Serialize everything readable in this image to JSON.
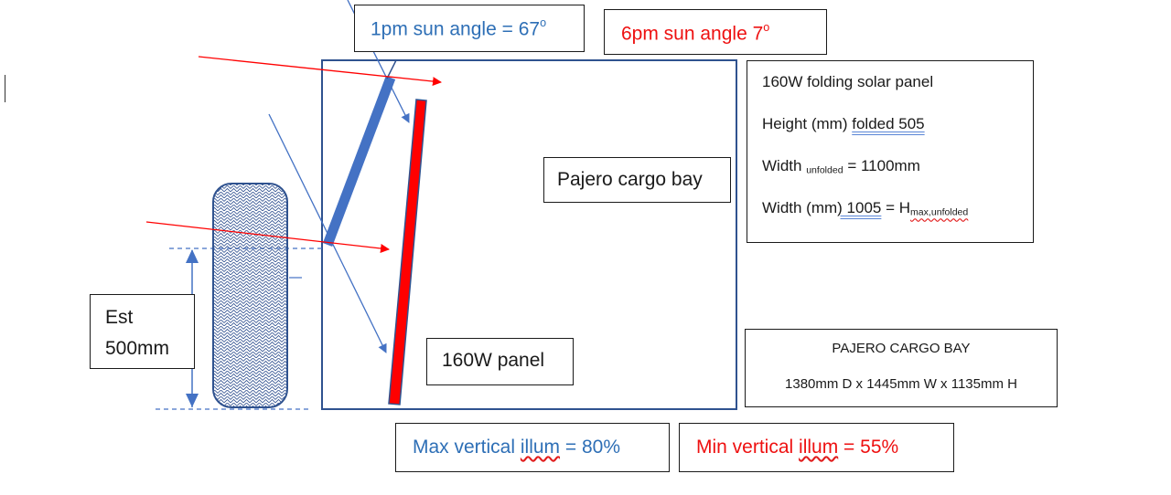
{
  "labels": {
    "sun_1pm": {
      "text": "1pm sun angle = 67",
      "sup": "o"
    },
    "sun_6pm": {
      "text": "6pm sun angle 7",
      "sup": "o"
    },
    "cargo_bay": "Pajero cargo bay",
    "panel": "160W panel",
    "est_line1": "Est",
    "est_line2": "500mm",
    "max_prefix": "Max vertical ",
    "max_word": "illum",
    "max_suffix": " = 80%",
    "min_prefix": "Min vertical ",
    "min_word": "illum",
    "min_suffix": " = 55%"
  },
  "specs": {
    "title": "160W folding solar panel",
    "height_prefix": "Height (mm) ",
    "height_value": "folded  505",
    "width_unf_prefix": "Width ",
    "width_unf_sub": "unfolded",
    "width_unf_suffix": " = 1100mm",
    "width_prefix": "Width (mm",
    "width_value": ")  1005",
    "width_eq": "  = H",
    "width_h_sub": "max,unfolded"
  },
  "bay": {
    "title": "PAJERO CARGO BAY",
    "dims": "1380mm D x 1445mm W x 1135mm H"
  },
  "colors": {
    "blue_text": "#2e6fb6",
    "red_text": "#ee1111",
    "panel_blue": "#4472c4",
    "panel_red": "#ff0000",
    "outline": "#2f528f"
  }
}
